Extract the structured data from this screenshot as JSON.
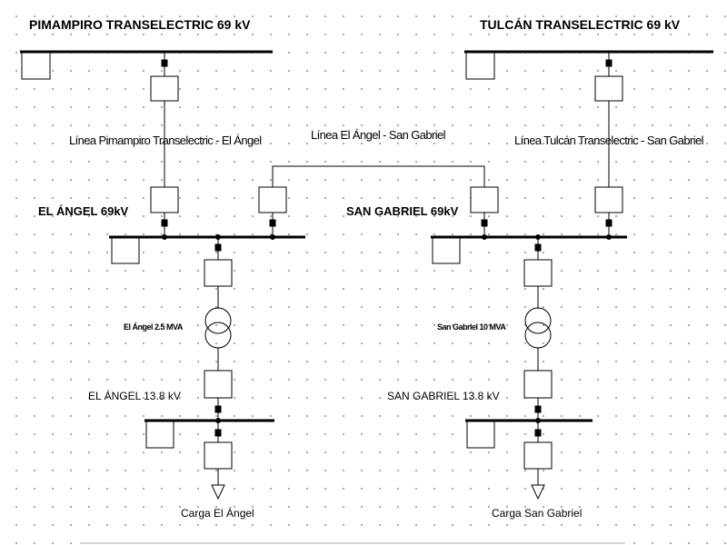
{
  "labels": {
    "pimampiro_bus": "PIMAMPIRO TRANSELECTRIC 69 kV",
    "tulcan_bus": "TULCÁN TRANSELECTRIC 69 kV",
    "line_pimampiro": "Línea Pimampiro Transelectric - El Ángel",
    "line_elangel_sangabriel": "Línea El Ángel - San Gabriel",
    "line_tulcan": "Línea Tulcán Transelectric - San Gabriel",
    "elangel_69": "EL ÁNGEL 69kV",
    "sangabriel_69": "SAN GABRIEL 69kV",
    "elangel_trafo": "El Ángel 2.5 MVA",
    "sangabriel_trafo": "San Gabriel 10 MVA",
    "elangel_13": "EL ÁNGEL 13.8 kV",
    "sangabriel_13": "SAN GABRIEL 13.8 kV",
    "elangel_load": "Carga El Ángel",
    "sangabriel_load": "Carga San Gabriel"
  },
  "colors": {
    "line": "#000000",
    "grid_dot": "#9a9a9a"
  }
}
